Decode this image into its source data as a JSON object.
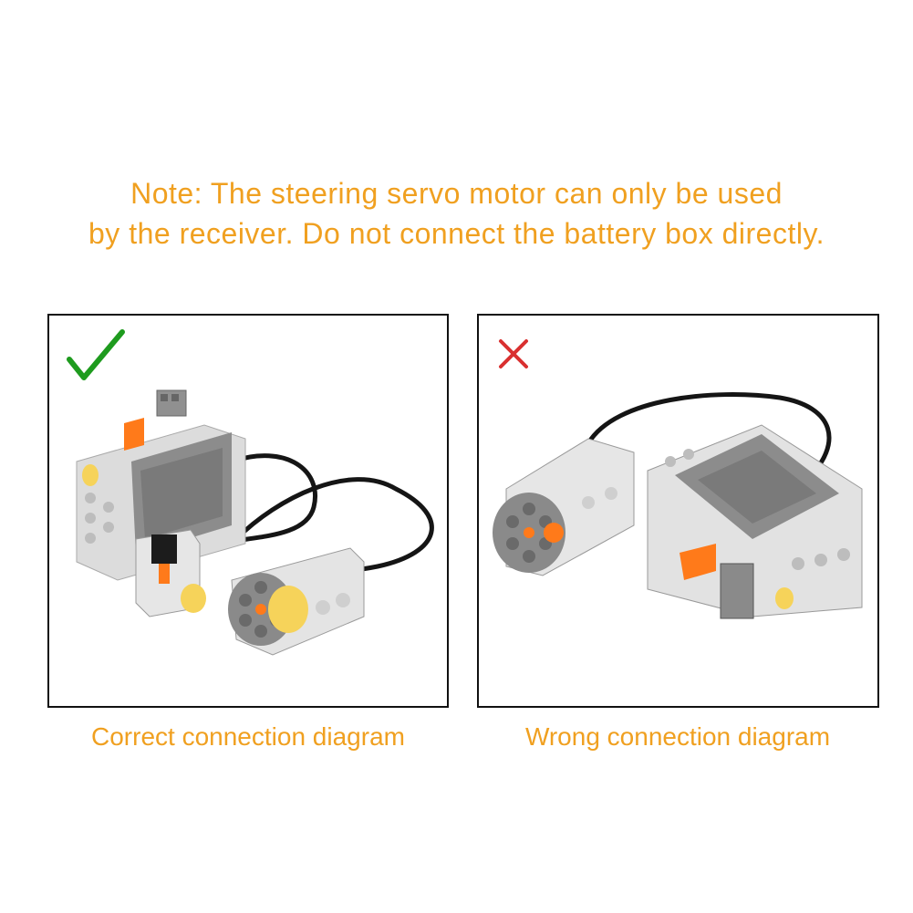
{
  "note": {
    "line1": "Note: The steering servo motor can only be used",
    "line2": "by the receiver. Do not connect the battery box directly."
  },
  "panels": [
    {
      "caption": "Correct connection diagram",
      "mark_icon": "check-icon",
      "mark_color": "#1e9b1e"
    },
    {
      "caption": "Wrong connection diagram",
      "mark_icon": "cross-icon",
      "mark_color": "#d93030"
    }
  ],
  "colors": {
    "accent": "#f0a020",
    "brick_light": "#e4e4e4",
    "brick_dark": "#8a8a8a",
    "cable": "#151515",
    "orange_part": "#ff7a1a",
    "yellow_lens": "#f6d35a"
  }
}
